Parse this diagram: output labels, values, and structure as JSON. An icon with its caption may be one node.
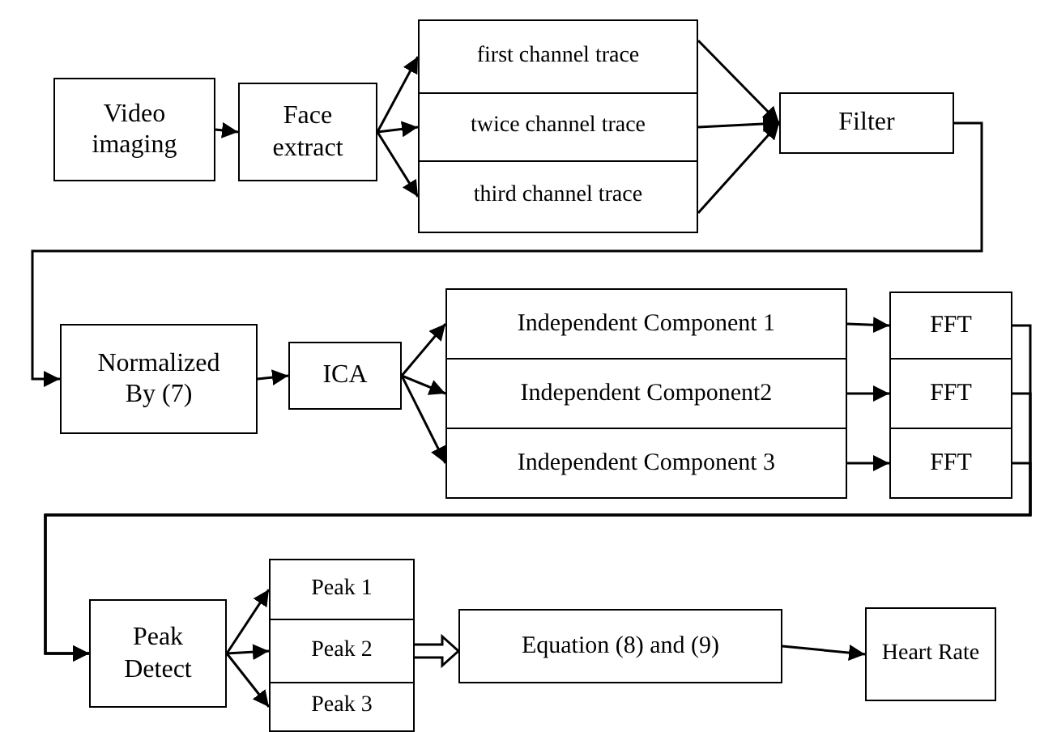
{
  "diagram": {
    "nodes": [
      {
        "text": [
          "Video imaging"
        ]
      },
      {
        "text": [
          "Face extract"
        ]
      },
      {
        "text": [
          "first channel trace"
        ]
      },
      {
        "text": [
          "twice channel trace"
        ]
      },
      {
        "text": [
          "third channel trace"
        ]
      },
      {
        "text": [
          "Filter"
        ]
      },
      {
        "text": [
          "Normalized By (7)"
        ]
      },
      {
        "text": [
          "ICA"
        ]
      },
      {
        "text": [
          "Independent Component 1"
        ]
      },
      {
        "text": [
          "Independent Component2"
        ]
      },
      {
        "text": [
          "Independent Component 3"
        ]
      },
      {
        "text": [
          "FFT"
        ]
      },
      {
        "text": [
          "FFT"
        ]
      },
      {
        "text": [
          "FFT"
        ]
      },
      {
        "text": [
          "Peak Detect"
        ]
      },
      {
        "text": [
          "Peak 1"
        ]
      },
      {
        "text": [
          "Peak 2"
        ]
      },
      {
        "text": [
          "Peak 3"
        ]
      },
      {
        "text": [
          "Equation (8) and (9)"
        ]
      },
      {
        "text": [
          "Heart Rate"
        ]
      }
    ],
    "edges": [
      {
        "from": 0,
        "to": 1,
        "arrow": "to"
      },
      {
        "from": 1,
        "to": 2,
        "arrow": "to"
      },
      {
        "from": 1,
        "to": 3,
        "arrow": "to"
      },
      {
        "from": 1,
        "to": 4,
        "arrow": "to"
      },
      {
        "from": 2,
        "to": 5,
        "arrow": "to"
      },
      {
        "from": 3,
        "to": 5,
        "arrow": "to"
      },
      {
        "from": 4,
        "to": 5,
        "arrow": "to"
      },
      {
        "from": 5,
        "to": 6,
        "arrow": "to"
      },
      {
        "from": 6,
        "to": 7,
        "arrow": "to"
      },
      {
        "from": 7,
        "to": 8,
        "arrow": "to"
      },
      {
        "from": 7,
        "to": 9,
        "arrow": "to"
      },
      {
        "from": 7,
        "to": 10,
        "arrow": "to"
      },
      {
        "from": 8,
        "to": 11,
        "arrow": "to"
      },
      {
        "from": 9,
        "to": 12,
        "arrow": "to"
      },
      {
        "from": 10,
        "to": 13,
        "arrow": "to"
      },
      {
        "from": 11,
        "to": 14,
        "arrow": "to"
      },
      {
        "from": 12,
        "to": 14,
        "arrow": "to"
      },
      {
        "from": 13,
        "to": 14,
        "arrow": "to"
      },
      {
        "from": 14,
        "to": 15,
        "arrow": "to"
      },
      {
        "from": 14,
        "to": 16,
        "arrow": "to"
      },
      {
        "from": 14,
        "to": 17,
        "arrow": "to"
      },
      {
        "from": 16,
        "to": 18,
        "arrow": "to",
        "style": "thick"
      },
      {
        "from": 18,
        "to": 19,
        "arrow": "to"
      }
    ]
  }
}
